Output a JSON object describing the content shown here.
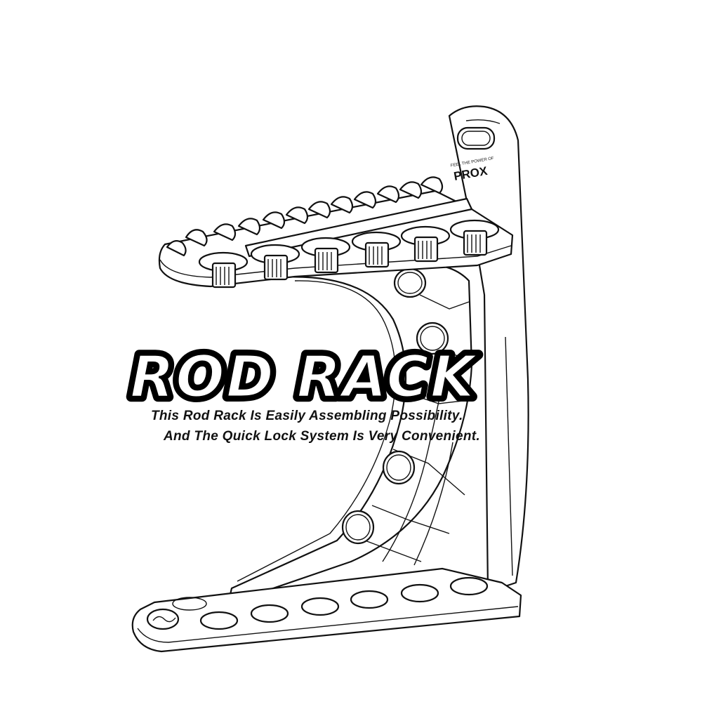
{
  "headline": "ROD RACK",
  "tagline": {
    "line1": "This Rod Rack Is Easily Assembling Possibility.",
    "line2": "And The Quick Lock System Is Very Convenient."
  },
  "brand": {
    "logo_text": "PROX",
    "slogan": "FEEL THE POWER OF"
  },
  "colors": {
    "ink": "#111111",
    "background": "#ffffff"
  }
}
